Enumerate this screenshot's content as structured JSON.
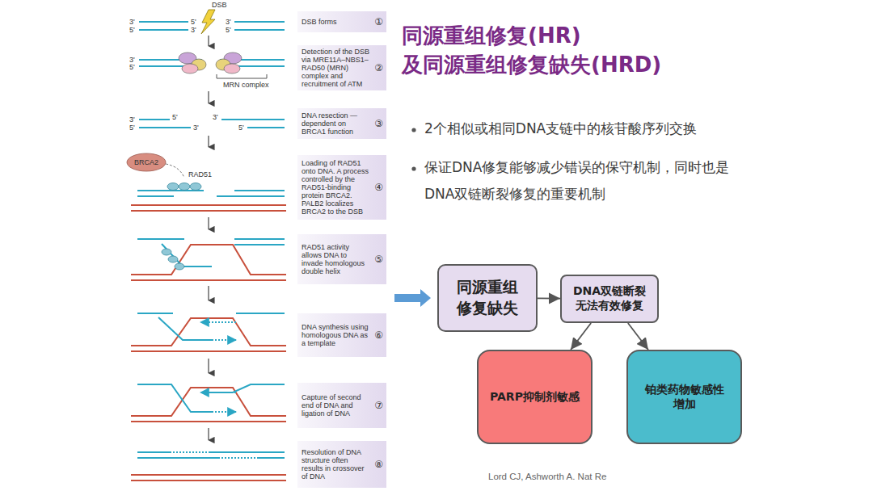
{
  "diagram": {
    "title": "同源重组修复(HR) 及同源重组修复缺失(HRD)",
    "caption": "Lord CJ, Ashworth A. Nat Re",
    "nodes": [
      {
        "text": [
          "DSB forms",
          "①"
        ]
      },
      {
        "text": [
          "Detection of the DSB via MRE11A–NBS1–RAD50 (MRN) complex and recruitment of ATM",
          "②"
        ]
      },
      {
        "text": [
          "DNA resection — dependent on BRCA1 function",
          "③"
        ]
      },
      {
        "text": [
          "Loading of RAD51 onto DNA. A process controlled by the RAD51-binding protein BRCA2. PALB2 localizes BRCA2 to the DSB",
          "④"
        ]
      },
      {
        "text": [
          "RAD51 activity allows DNA to invade homologous double helix",
          "⑤"
        ]
      },
      {
        "text": [
          "DNA synthesis using homologous DNA as a template",
          "⑥"
        ]
      },
      {
        "text": [
          "Capture of second end of DNA and ligation of DNA",
          "⑦"
        ]
      },
      {
        "text": [
          "Resolution of DNA structure often results in crossover of DNA",
          "⑧"
        ]
      },
      {
        "text": [
          "同源重组修复缺失"
        ]
      },
      {
        "text": [
          "DNA双链断裂无法有效修复"
        ]
      },
      {
        "text": [
          "PARP抑制剂敏感"
        ]
      },
      {
        "text": [
          "铂类药物敏感性增加"
        ]
      }
    ],
    "edges": [
      {
        "from": 8,
        "to": 9,
        "arrow": "to"
      },
      {
        "from": 9,
        "to": 10,
        "arrow": "to"
      },
      {
        "from": 9,
        "to": 11,
        "arrow": "to"
      }
    ],
    "labels": [
      "DSB",
      "3'",
      "5'",
      "5'",
      "3'",
      "3'",
      "5'",
      "3'",
      "5'",
      "MRN complex",
      "3'",
      "5'",
      "5'",
      "3'",
      "3'",
      "5'",
      "BRCA2",
      "RAD51",
      "2个相似或相同DNA支链中的核苷酸序列交换",
      "保证DNA修复能够减少错误的保守机制，同时也是DNA双链断裂修复的重要机制"
    ]
  }
}
